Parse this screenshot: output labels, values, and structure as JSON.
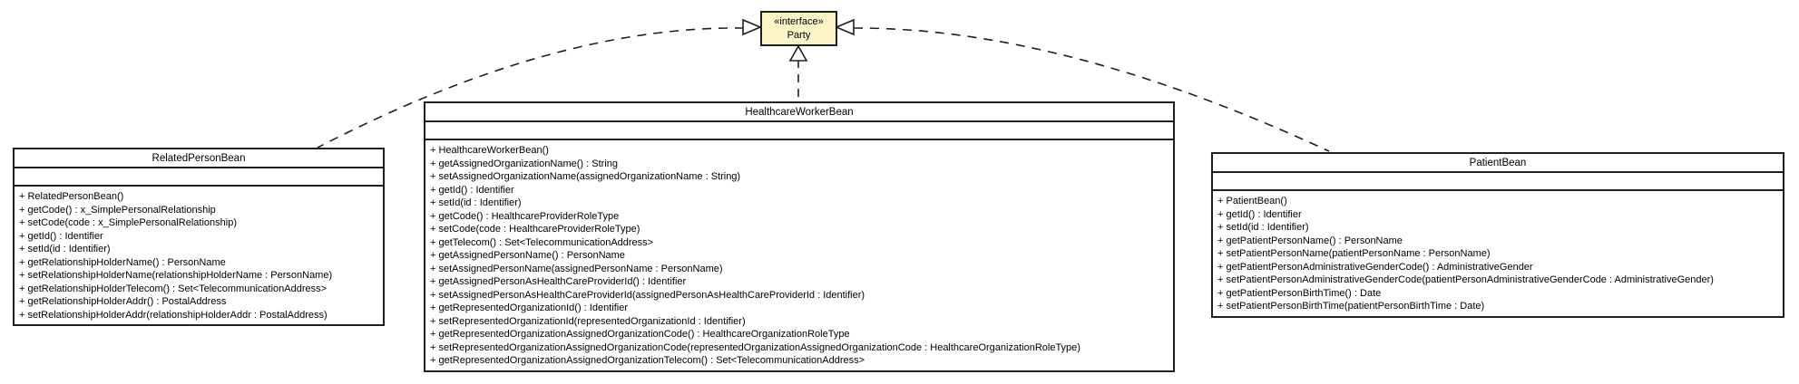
{
  "colors": {
    "interface_fill": "#FBF4C6",
    "border_color": "#1f1f1f",
    "class_fill": "#ffffff",
    "canvas_bg": "#ffffff",
    "text_color": "#000000"
  },
  "interface_box": {
    "stereotype": "«interface»",
    "name": "Party"
  },
  "classes": [
    {
      "name": "RelatedPersonBean",
      "attributes": [],
      "methods": [
        "+ RelatedPersonBean()",
        "+ getCode() : x_SimplePersonalRelationship",
        "+ setCode(code : x_SimplePersonalRelationship)",
        "+ getId() : Identifier",
        "+ setId(id : Identifier)",
        "+ getRelationshipHolderName() : PersonName",
        "+ setRelationshipHolderName(relationshipHolderName : PersonName)",
        "+ getRelationshipHolderTelecom() : Set<TelecommunicationAddress>",
        "+ getRelationshipHolderAddr() : PostalAddress",
        "+ setRelationshipHolderAddr(relationshipHolderAddr : PostalAddress)"
      ]
    },
    {
      "name": "HealthcareWorkerBean",
      "attributes": [],
      "methods": [
        "+ HealthcareWorkerBean()",
        "+ getAssignedOrganizationName() : String",
        "+ setAssignedOrganizationName(assignedOrganizationName : String)",
        "+ getId() : Identifier",
        "+ setId(id : Identifier)",
        "+ getCode() : HealthcareProviderRoleType",
        "+ setCode(code : HealthcareProviderRoleType)",
        "+ getTelecom() : Set<TelecommunicationAddress>",
        "+ getAssignedPersonName() : PersonName",
        "+ setAssignedPersonName(assignedPersonName : PersonName)",
        "+ getAssignedPersonAsHealthCareProviderId() : Identifier",
        "+ setAssignedPersonAsHealthCareProviderId(assignedPersonAsHealthCareProviderId : Identifier)",
        "+ getRepresentedOrganizationId() : Identifier",
        "+ setRepresentedOrganizationId(representedOrganizationId : Identifier)",
        "+ getRepresentedOrganizationAssignedOrganizationCode() : HealthcareOrganizationRoleType",
        "+ setRepresentedOrganizationAssignedOrganizationCode(representedOrganizationAssignedOrganizationCode : HealthcareOrganizationRoleType)",
        "+ getRepresentedOrganizationAssignedOrganizationTelecom() : Set<TelecommunicationAddress>"
      ]
    },
    {
      "name": "PatientBean",
      "attributes": [],
      "methods": [
        "+ PatientBean()",
        "+ getId() : Identifier",
        "+ setId(id : Identifier)",
        "+ getPatientPersonName() : PersonName",
        "+ setPatientPersonName(patientPersonName : PersonName)",
        "+ getPatientPersonAdministrativeGenderCode() : AdministrativeGender",
        "+ setPatientPersonAdministrativeGenderCode(patientPersonAdministrativeGenderCode : AdministrativeGender)",
        "+ getPatientPersonBirthTime() : Date",
        "+ setPatientPersonBirthTime(patientPersonBirthTime : Date)"
      ]
    }
  ],
  "relationships": [
    {
      "from": "RelatedPersonBean",
      "to": "Party",
      "type": "realization"
    },
    {
      "from": "HealthcareWorkerBean",
      "to": "Party",
      "type": "realization"
    },
    {
      "from": "PatientBean",
      "to": "Party",
      "type": "realization"
    }
  ]
}
